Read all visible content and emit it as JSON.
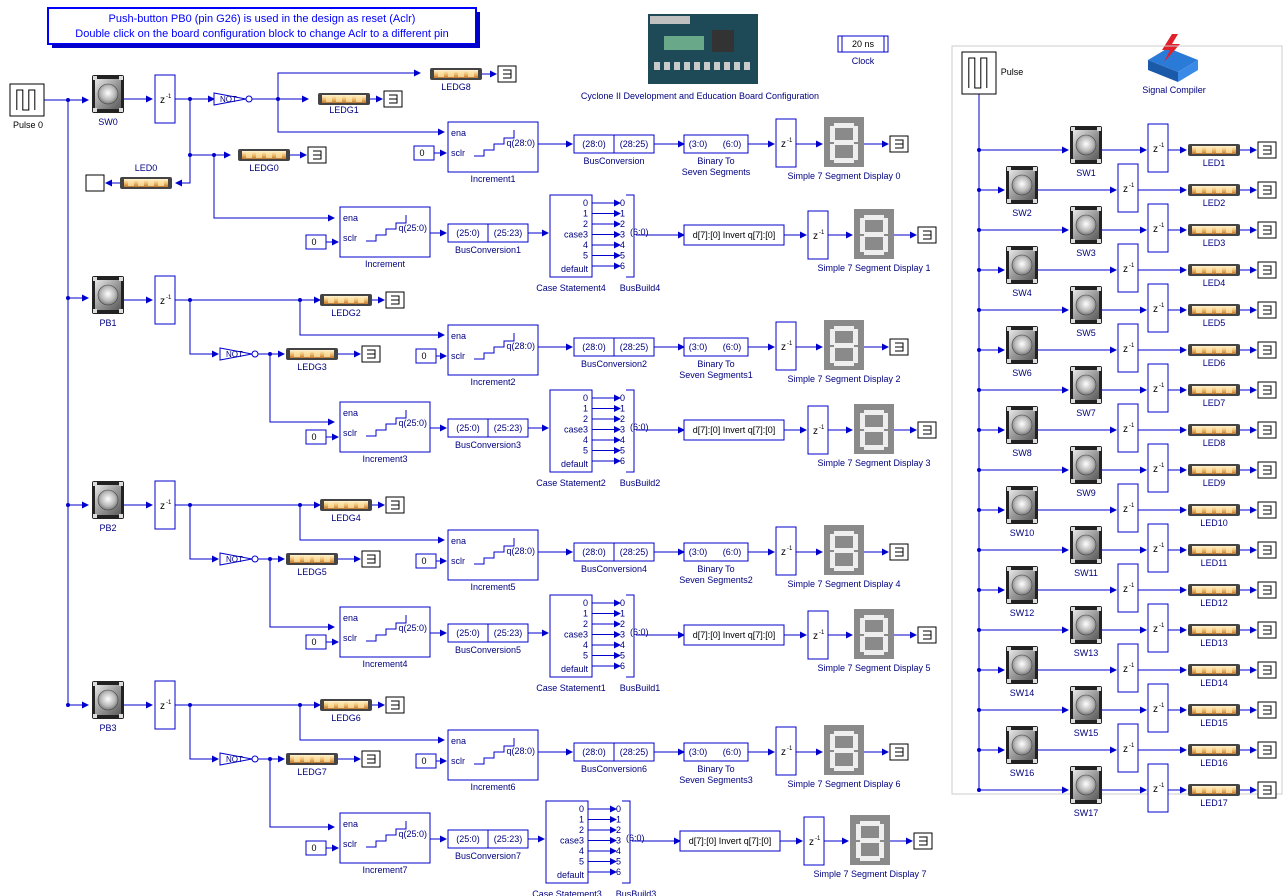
{
  "note": {
    "line1": "Push-button PB0 (pin G26) is used in the design as reset (Aclr)",
    "line2": "Double click on the board configuration block to change Aclr to a different pin"
  },
  "board_label": "Cyclone II Development and Education Board Configuration",
  "clock": {
    "value": "20 ns",
    "label": "Clock"
  },
  "signal_compiler_label": "Signal Compiler",
  "pulse0_label": "Pulse 0",
  "pulse_label": "Pulse",
  "zinv": "z",
  "zexp": "-1",
  "not_label": "NOT",
  "ports": {
    "ena": "ena",
    "sclr": "sclr",
    "zero": "0",
    "q28": "q(28:0)",
    "q25": "q(25:0)",
    "b280": "(28:0)",
    "b2825": "(28:25)",
    "b250": "(25:0)",
    "b2523": "(25:23)",
    "b30": "(3:0)",
    "b60": "(6:0)",
    "case3": "case3",
    "dflt": "default",
    "c60": "(6:0)",
    "invert": "d[7]:[0] Invert q[7]:[0]"
  },
  "case_values": [
    "0",
    "1",
    "2",
    "3",
    "4",
    "5",
    "6"
  ],
  "groups": [
    {
      "button": "SW0",
      "led_top": "LEDG8",
      "led_mid": "LEDG1",
      "led_not": "LEDG0",
      "inc_a": "Increment1",
      "busconv_a": "BusConversion",
      "bin_a1": "Binary To",
      "bin_a2": "Seven Segments",
      "seg_a": "Simple 7 Segment Display 0",
      "inc_b": "Increment",
      "busconv_b": "BusConversion1",
      "case_b": "Case Statement4",
      "build_b": "BusBuild4",
      "seg_b": "Simple 7 Segment Display 1"
    },
    {
      "button": "PB1",
      "led_mid": "LEDG2",
      "led_not": "LEDG3",
      "inc_a": "Increment2",
      "busconv_a": "BusConversion2",
      "bin_a1": "Binary To",
      "bin_a2": "Seven Segments1",
      "seg_a": "Simple 7 Segment Display 2",
      "inc_b": "Increment3",
      "busconv_b": "BusConversion3",
      "case_b": "Case Statement2",
      "build_b": "BusBuild2",
      "seg_b": "Simple 7 Segment Display 3"
    },
    {
      "button": "PB2",
      "led_mid": "LEDG4",
      "led_not": "LEDG5",
      "inc_a": "Increment5",
      "busconv_a": "BusConversion4",
      "bin_a1": "Binary To",
      "bin_a2": "Seven Segments2",
      "seg_a": "Simple 7 Segment Display 4",
      "inc_b": "Increment4",
      "busconv_b": "BusConversion5",
      "case_b": "Case Statement1",
      "build_b": "BusBuild1",
      "seg_b": "Simple 7 Segment Display 5"
    },
    {
      "button": "PB3",
      "led_mid": "LEDG6",
      "led_not": "LEDG7",
      "inc_a": "Increment6",
      "busconv_a": "BusConversion6",
      "bin_a1": "Binary To",
      "bin_a2": "Seven Segments3",
      "seg_a": "Simple 7 Segment Display 6",
      "inc_b": "Increment7",
      "busconv_b": "BusConversion7",
      "case_b": "Case Statement3",
      "build_b": "BusBuild3",
      "seg_b": "Simple 7 Segment Display 7"
    }
  ],
  "led0_label": "LED0",
  "switches": [
    "SW1",
    "SW2",
    "SW3",
    "SW4",
    "SW5",
    "SW6",
    "SW7",
    "SW8",
    "SW9",
    "SW10",
    "SW11",
    "SW12",
    "SW13",
    "SW14",
    "SW15",
    "SW16",
    "SW17"
  ],
  "leds": [
    "LED1",
    "LED2",
    "LED3",
    "LED4",
    "LED5",
    "LED6",
    "LED7",
    "LED8",
    "LED9",
    "LED10",
    "LED11",
    "LED12",
    "LED13",
    "LED14",
    "LED15",
    "LED16",
    "LED17"
  ]
}
